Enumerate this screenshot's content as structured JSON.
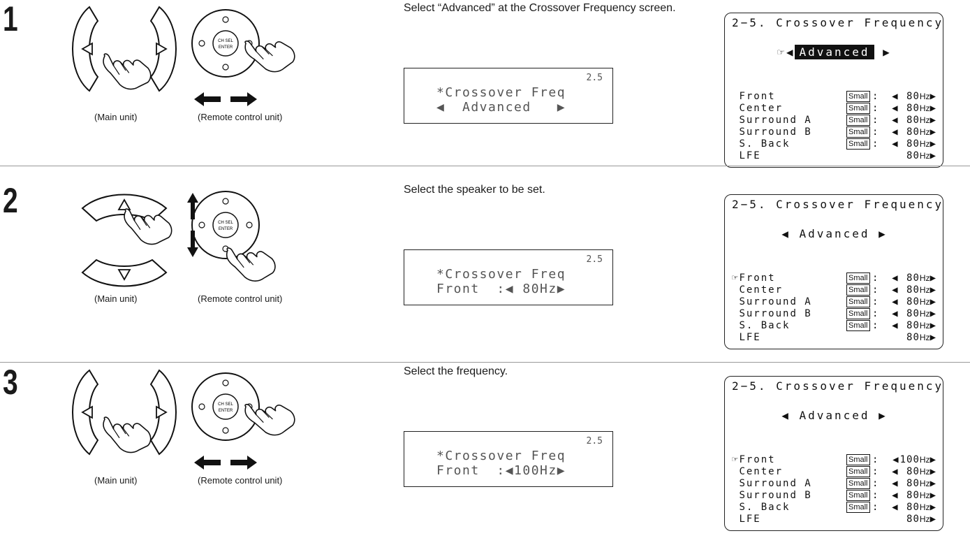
{
  "captions": {
    "main": "(Main unit)",
    "remote": "(Remote control unit)"
  },
  "remote_button_label": [
    "CH SEL",
    "ENTER"
  ],
  "steps": [
    {
      "num": "1",
      "instruction": "Select “Advanced” at the Crossover Frequency screen.",
      "buttons": "left-right",
      "lcd": {
        "num": "2.5",
        "line1": "*Crossover Freq",
        "line2": "◀  Advanced   ▶"
      },
      "osd": {
        "title": "2−5. Crossover Frequency",
        "mode": "Advanced",
        "mode_highlight": true,
        "pointer": "mode",
        "rows": [
          {
            "name": "Front",
            "size": "Small",
            "freq": "80"
          },
          {
            "name": "Center",
            "size": "Small",
            "freq": "80"
          },
          {
            "name": "Surround A",
            "size": "Small",
            "freq": "80"
          },
          {
            "name": "Surround B",
            "size": "Small",
            "freq": "80"
          },
          {
            "name": "S. Back",
            "size": "Small",
            "freq": "80"
          },
          {
            "name": "LFE",
            "size": "",
            "freq": "80"
          }
        ]
      }
    },
    {
      "num": "2",
      "instruction": "Select the speaker to be set.",
      "buttons": "up-down",
      "lcd": {
        "num": "2.5",
        "line1": "*Crossover Freq",
        "line2": "Front  :◀ 80Hz▶"
      },
      "osd": {
        "title": "2−5. Crossover Frequency",
        "mode": "Advanced",
        "mode_highlight": false,
        "pointer": "Front",
        "rows": [
          {
            "name": "Front",
            "size": "Small",
            "freq": "80"
          },
          {
            "name": "Center",
            "size": "Small",
            "freq": "80"
          },
          {
            "name": "Surround A",
            "size": "Small",
            "freq": "80"
          },
          {
            "name": "Surround B",
            "size": "Small",
            "freq": "80"
          },
          {
            "name": "S. Back",
            "size": "Small",
            "freq": "80"
          },
          {
            "name": "LFE",
            "size": "",
            "freq": "80"
          }
        ]
      }
    },
    {
      "num": "3",
      "instruction": "Select the frequency.",
      "buttons": "left-right",
      "lcd": {
        "num": "2.5",
        "line1": "*Crossover Freq",
        "line2": "Front  :◀100Hz▶"
      },
      "osd": {
        "title": "2−5. Crossover Frequency",
        "mode": "Advanced",
        "mode_highlight": false,
        "pointer": "Front",
        "rows": [
          {
            "name": "Front",
            "size": "Small",
            "freq": "100"
          },
          {
            "name": "Center",
            "size": "Small",
            "freq": "80"
          },
          {
            "name": "Surround A",
            "size": "Small",
            "freq": "80"
          },
          {
            "name": "Surround B",
            "size": "Small",
            "freq": "80"
          },
          {
            "name": "S. Back",
            "size": "Small",
            "freq": "80"
          },
          {
            "name": "LFE",
            "size": "",
            "freq": "80"
          }
        ]
      }
    }
  ]
}
